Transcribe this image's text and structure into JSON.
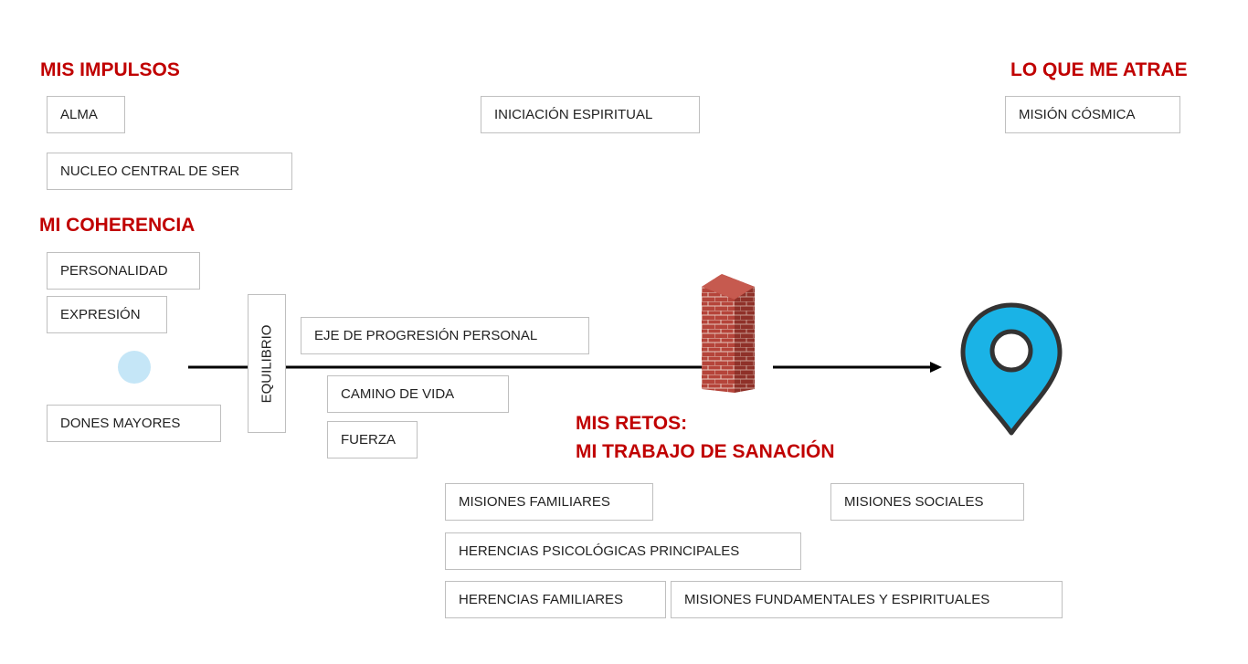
{
  "headings": {
    "impulsos": "MIS IMPULSOS",
    "atrae": "LO QUE ME ATRAE",
    "coherencia": "MI COHERENCIA",
    "retos_line1": "MIS RETOS:",
    "retos_line2": "MI TRABAJO DE SANACIÓN"
  },
  "boxes": {
    "alma": "ALMA",
    "nucleo": "NUCLEO CENTRAL  DE SER",
    "iniciacion": "INICIACIÓN ESPIRITUAL",
    "mision_cosmica": "MISIÓN CÓSMICA",
    "personalidad": "PERSONALIDAD",
    "expresion": "EXPRESIÓN",
    "equilibrio": "EQUILIBRIO",
    "eje": "EJE DE PROGRESIÓN PERSONAL",
    "camino": "CAMINO DE VIDA",
    "fuerza": "FUERZA",
    "dones": "DONES MAYORES",
    "misiones_familiares": "MISIONES FAMILIARES",
    "misiones_sociales": "MISIONES SOCIALES",
    "herencias_psicologicas": "HERENCIAS PSICOLÓGICAS PRINCIPALES",
    "herencias_familiares": "HERENCIAS FAMILIARES",
    "misiones_fundamentales": "MISIONES FUNDAMENTALES Y ESPIRITUALES"
  },
  "icons": {
    "start": "start-circle-icon",
    "wall": "brick-wall-icon",
    "destination": "location-pin-icon"
  },
  "colors": {
    "heading": "#c00000",
    "pin": "#1ab3e6",
    "start_circle": "#c5e6f7",
    "brick": "#b5443a"
  }
}
